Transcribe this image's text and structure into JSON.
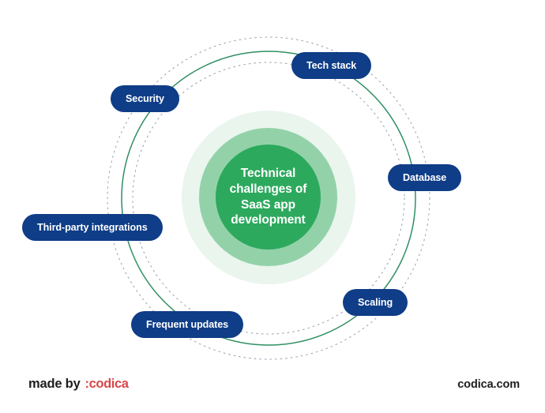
{
  "diagram": {
    "center_label": "Technical challenges of SaaS app development",
    "center_label_lines": [
      "Technical",
      "challenges of",
      "SaaS app",
      "development"
    ],
    "nodes": [
      {
        "id": "tech-stack",
        "label": "Tech stack"
      },
      {
        "id": "security",
        "label": "Security"
      },
      {
        "id": "third-party",
        "label": "Third-party integrations"
      },
      {
        "id": "database",
        "label": "Database"
      },
      {
        "id": "scaling",
        "label": "Scaling"
      },
      {
        "id": "frequent-updates",
        "label": "Frequent updates"
      }
    ],
    "colors": {
      "node_fill": "#0f3d87",
      "node_text": "#ffffff",
      "core_green": "#2da95e",
      "mid_green": "#93d2a9",
      "outer_green": "#eaf5ee",
      "ring_solid": "#2f8f62",
      "ring_dotted": "#9aa7b5",
      "background": "#ffffff"
    }
  },
  "footer": {
    "made_by": "made by",
    "brand": ":codica",
    "website": "codica.com",
    "brand_color": "#d8484a"
  }
}
